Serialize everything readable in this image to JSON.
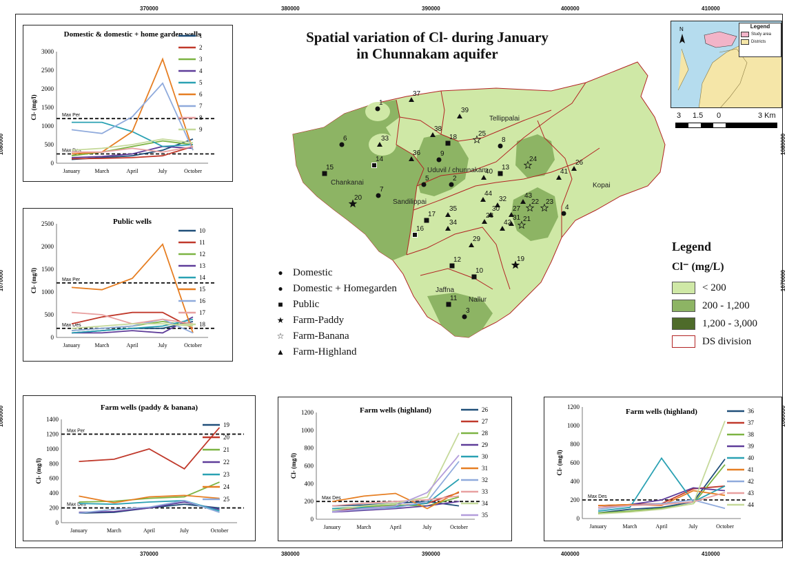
{
  "frame": {
    "x_ticks": [
      "370000",
      "380000",
      "390000",
      "400000",
      "410000"
    ],
    "y_ticks": [
      "1080000",
      "1070000",
      "1060000"
    ]
  },
  "map": {
    "title_line1": "Spatial variation of Cl- during January",
    "title_line2": "in Chunnakam aquifer",
    "places": [
      "Tellippalai",
      "Chankanai",
      "Uduvil / chunnakam",
      "Sandilippai",
      "Kopai",
      "Jaffna",
      "Nallur"
    ],
    "well_numbers": [
      "1",
      "2",
      "3",
      "4",
      "5",
      "6",
      "7",
      "8",
      "9",
      "10",
      "11",
      "12",
      "13",
      "14",
      "15",
      "16",
      "17",
      "18",
      "19",
      "20",
      "21",
      "22",
      "23",
      "24",
      "25",
      "26",
      "27",
      "28",
      "29",
      "30",
      "31",
      "32",
      "33",
      "34",
      "35",
      "36",
      "37",
      "38",
      "39",
      "40",
      "41",
      "42",
      "43",
      "44"
    ],
    "colors": {
      "low": "#cfe8a6",
      "mid": "#8db464",
      "high": "#4e6b2a",
      "boundary": "#b22222"
    }
  },
  "legend": {
    "title": "Legend",
    "unit": "Cl⁻ (mg/L)",
    "classes": [
      {
        "label": "<  200",
        "color": "#cfe8a6"
      },
      {
        "label": "200 - 1,200",
        "color": "#8db464"
      },
      {
        "label": "1,200 - 3,000",
        "color": "#4e6b2a"
      }
    ],
    "boundary_label": "DS division"
  },
  "symbols": [
    {
      "label": "Domestic",
      "icon": "filled-circle"
    },
    {
      "label": "Domestic + Homegarden",
      "icon": "filled-circle"
    },
    {
      "label": "Public",
      "icon": "filled-square"
    },
    {
      "label": "Farm-Paddy",
      "icon": "filled-star"
    },
    {
      "label": "Farm-Banana",
      "icon": "open-star"
    },
    {
      "label": "Farm-Highland",
      "icon": "filled-triangle"
    }
  ],
  "inset": {
    "legend_title": "Legend",
    "items": [
      "Study area",
      "Districts"
    ],
    "north": "N",
    "scale_labels": [
      "3",
      "1.5",
      "0",
      "3 Km"
    ]
  },
  "chart_data": [
    {
      "type": "line",
      "title": "Domestic  & domestic + home garden wells",
      "ylabel": "Cl- (mg/l)",
      "categories": [
        "January",
        "March",
        "April",
        "July",
        "October"
      ],
      "ylim": [
        0,
        3000
      ],
      "yticks": [
        0,
        500,
        1000,
        1500,
        2000,
        2500,
        3000
      ],
      "ref_lines": [
        {
          "label": "Max Per",
          "value": 1200
        },
        {
          "label": "Max Des",
          "value": 250
        }
      ],
      "series": [
        {
          "name": "1",
          "color": "#1f4e79",
          "values": [
            100,
            150,
            200,
            350,
            650
          ]
        },
        {
          "name": "2",
          "color": "#c0392b",
          "values": [
            120,
            130,
            150,
            200,
            450
          ]
        },
        {
          "name": "3",
          "color": "#7cb342",
          "values": [
            200,
            300,
            450,
            600,
            500
          ]
        },
        {
          "name": "4",
          "color": "#5e3c99",
          "values": [
            150,
            180,
            250,
            450,
            400
          ]
        },
        {
          "name": "5",
          "color": "#2aa1b3",
          "values": [
            1100,
            1100,
            850,
            450,
            500
          ]
        },
        {
          "name": "6",
          "color": "#e67e22",
          "values": [
            250,
            300,
            850,
            2800,
            350
          ]
        },
        {
          "name": "7",
          "color": "#8faadc",
          "values": [
            900,
            800,
            1250,
            2150,
            350
          ]
        },
        {
          "name": "8",
          "color": "#e8a0a0",
          "values": [
            300,
            300,
            400,
            300,
            450
          ]
        },
        {
          "name": "9",
          "color": "#c5d99a",
          "values": [
            350,
            400,
            500,
            650,
            550
          ]
        }
      ]
    },
    {
      "type": "line",
      "title": "Public wells",
      "ylabel": "Cl- (mg/l)",
      "categories": [
        "January",
        "March",
        "April",
        "July",
        "October"
      ],
      "ylim": [
        0,
        2500
      ],
      "yticks": [
        0,
        500,
        1000,
        1500,
        2000,
        2500
      ],
      "ref_lines": [
        {
          "label": "Max Per",
          "value": 1200
        },
        {
          "label": "Max Des",
          "value": 200
        }
      ],
      "series": [
        {
          "name": "10",
          "color": "#1f4e79",
          "values": [
            100,
            150,
            200,
            200,
            350
          ]
        },
        {
          "name": "11",
          "color": "#c0392b",
          "values": [
            300,
            450,
            550,
            550,
            200
          ]
        },
        {
          "name": "12",
          "color": "#7cb342",
          "values": [
            150,
            200,
            250,
            350,
            250
          ]
        },
        {
          "name": "13",
          "color": "#5e3c99",
          "values": [
            100,
            100,
            150,
            100,
            450
          ]
        },
        {
          "name": "14",
          "color": "#2aa1b3",
          "values": [
            100,
            150,
            200,
            250,
            400
          ]
        },
        {
          "name": "15",
          "color": "#e67e22",
          "values": [
            1100,
            1050,
            1300,
            2050,
            100
          ]
        },
        {
          "name": "16",
          "color": "#8faadc",
          "values": [
            150,
            200,
            250,
            400,
            100
          ]
        },
        {
          "name": "17",
          "color": "#e8a0a0",
          "values": [
            550,
            500,
            300,
            400,
            300
          ]
        },
        {
          "name": "18",
          "color": "#c5d99a",
          "values": [
            200,
            250,
            300,
            300,
            250
          ]
        }
      ]
    },
    {
      "type": "line",
      "title": "Farm wells (paddy & banana)",
      "ylabel": "Cl- (mg/l)",
      "categories": [
        "January",
        "March",
        "April",
        "July",
        "October"
      ],
      "ylim": [
        0,
        1400
      ],
      "yticks": [
        0,
        200,
        400,
        600,
        800,
        1000,
        1200,
        1400
      ],
      "ref_lines": [
        {
          "label": "Max Per",
          "value": 1200
        },
        {
          "label": "Max Des",
          "value": 200
        }
      ],
      "series": [
        {
          "name": "19",
          "color": "#1f4e79",
          "values": [
            130,
            140,
            200,
            250,
            200
          ]
        },
        {
          "name": "20",
          "color": "#c0392b",
          "values": [
            830,
            860,
            1000,
            730,
            1290
          ]
        },
        {
          "name": "21",
          "color": "#7cb342",
          "values": [
            280,
            290,
            330,
            350,
            550
          ]
        },
        {
          "name": "22",
          "color": "#5e3c99",
          "values": [
            140,
            150,
            200,
            280,
            180
          ]
        },
        {
          "name": "23",
          "color": "#2aa1b3",
          "values": [
            260,
            250,
            280,
            300,
            160
          ]
        },
        {
          "name": "24",
          "color": "#e67e22",
          "values": [
            360,
            270,
            350,
            370,
            330
          ]
        },
        {
          "name": "25",
          "color": "#8faadc",
          "values": [
            130,
            180,
            210,
            300,
            140
          ]
        }
      ]
    },
    {
      "type": "line",
      "title": "Farm wells (highland)",
      "ylabel": "Cl- (mg/l)",
      "categories": [
        "January",
        "March",
        "April",
        "July",
        "October"
      ],
      "ylim": [
        0,
        1200
      ],
      "yticks": [
        0,
        200,
        400,
        600,
        800,
        1000,
        1200
      ],
      "ref_lines": [
        {
          "label": "Max Des",
          "value": 200
        }
      ],
      "series": [
        {
          "name": "26",
          "color": "#1f4e79",
          "values": [
            150,
            160,
            180,
            200,
            150
          ]
        },
        {
          "name": "27",
          "color": "#c0392b",
          "values": [
            100,
            120,
            150,
            180,
            300
          ]
        },
        {
          "name": "28",
          "color": "#7cb342",
          "values": [
            120,
            140,
            160,
            150,
            250
          ]
        },
        {
          "name": "29",
          "color": "#5e3c99",
          "values": [
            80,
            100,
            120,
            150,
            200
          ]
        },
        {
          "name": "30",
          "color": "#2aa1b3",
          "values": [
            120,
            130,
            140,
            180,
            450
          ]
        },
        {
          "name": "31",
          "color": "#e67e22",
          "values": [
            200,
            260,
            290,
            120,
            310
          ]
        },
        {
          "name": "32",
          "color": "#8faadc",
          "values": [
            90,
            110,
            130,
            200,
            650
          ]
        },
        {
          "name": "33",
          "color": "#e8a0a0",
          "values": [
            150,
            180,
            200,
            220,
            260
          ]
        },
        {
          "name": "34",
          "color": "#c5d99a",
          "values": [
            100,
            150,
            180,
            250,
            970
          ]
        },
        {
          "name": "35",
          "color": "#b39ddb",
          "values": [
            80,
            120,
            150,
            300,
            720
          ]
        }
      ]
    },
    {
      "type": "line",
      "title": "Farm wells (highland)",
      "ylabel": "Cl- (mg/l)",
      "categories": [
        "January",
        "March",
        "April",
        "July",
        "October"
      ],
      "ylim": [
        0,
        1200
      ],
      "yticks": [
        0,
        200,
        400,
        600,
        800,
        1000,
        1200
      ],
      "ref_lines": [
        {
          "label": "Max Des",
          "value": 200
        }
      ],
      "series": [
        {
          "name": "36",
          "color": "#1f4e79",
          "values": [
            60,
            100,
            120,
            180,
            640
          ]
        },
        {
          "name": "37",
          "color": "#c0392b",
          "values": [
            140,
            150,
            160,
            320,
            350
          ]
        },
        {
          "name": "38",
          "color": "#7cb342",
          "values": [
            60,
            80,
            110,
            160,
            580
          ]
        },
        {
          "name": "39",
          "color": "#5e3c99",
          "values": [
            120,
            150,
            200,
            330,
            300
          ]
        },
        {
          "name": "40",
          "color": "#2aa1b3",
          "values": [
            80,
            120,
            650,
            180,
            350
          ]
        },
        {
          "name": "41",
          "color": "#e67e22",
          "values": [
            140,
            150,
            140,
            300,
            250
          ]
        },
        {
          "name": "42",
          "color": "#8faadc",
          "values": [
            100,
            140,
            160,
            200,
            110
          ]
        },
        {
          "name": "43",
          "color": "#e8a0a0",
          "values": [
            120,
            140,
            150,
            180,
            280
          ]
        },
        {
          "name": "44",
          "color": "#c5d99a",
          "values": [
            50,
            70,
            100,
            160,
            1050
          ]
        }
      ]
    }
  ]
}
